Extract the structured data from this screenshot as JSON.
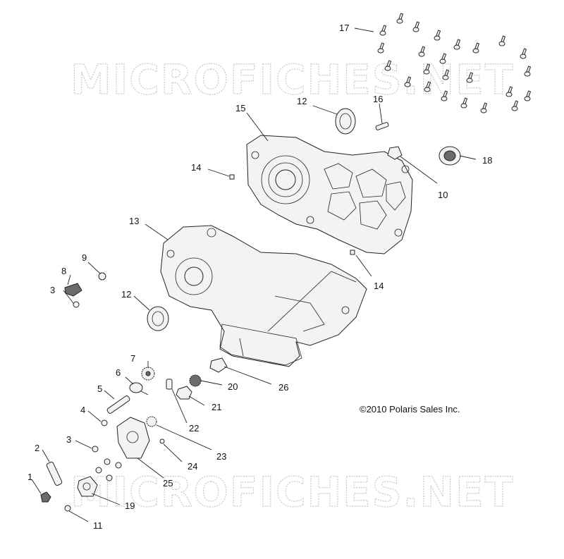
{
  "watermark": "MICROFICHES.NET",
  "copyright": "©2010 Polaris Sales Inc.",
  "callouts": {
    "c1": "1",
    "c2": "2",
    "c3a": "3",
    "c3b": "3",
    "c4": "4",
    "c5": "5",
    "c6": "6",
    "c7": "7",
    "c8": "8",
    "c9": "9",
    "c10": "10",
    "c11": "11",
    "c12a": "12",
    "c12b": "12",
    "c13": "13",
    "c14a": "14",
    "c14b": "14",
    "c15": "15",
    "c16": "16",
    "c17": "17",
    "c18": "18",
    "c19": "19",
    "c20": "20",
    "c21": "21",
    "c22": "22",
    "c23": "23",
    "c24": "24",
    "c25": "25",
    "c26": "26"
  }
}
